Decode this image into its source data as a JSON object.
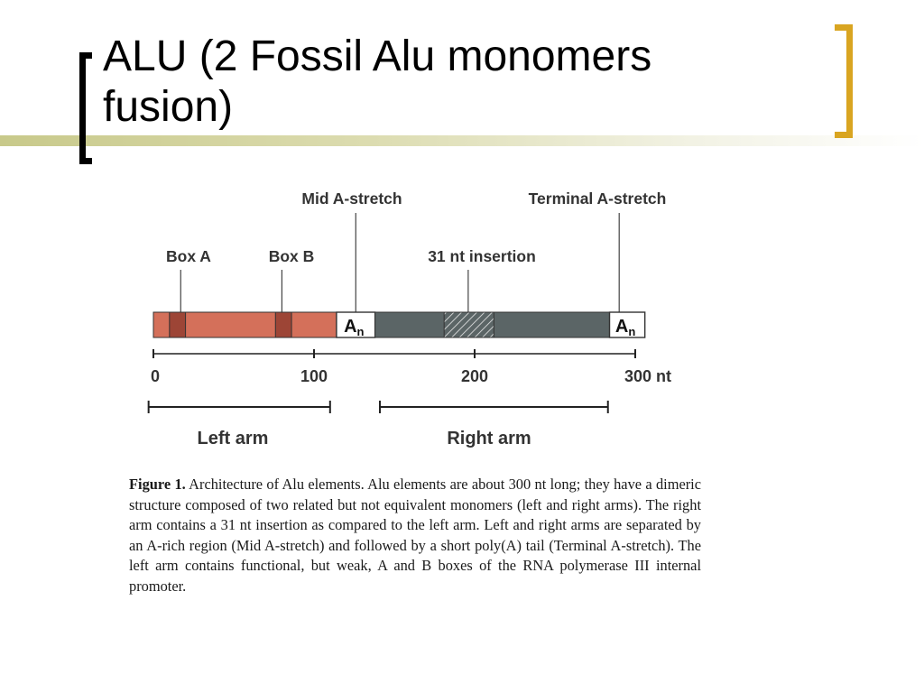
{
  "title": {
    "line1": "ALU (2 Fossil Alu monomers",
    "line2": "fusion)"
  },
  "colors": {
    "left_arm_fill": "#d4705a",
    "box_fill": "#9d4536",
    "right_arm_fill": "#5b6566",
    "bracket_left": "#000000",
    "bracket_right": "#d9a521",
    "title_bar": "#c8c98a"
  },
  "diagram": {
    "total_length_nt": 300,
    "labels": {
      "box_a": "Box A",
      "box_b": "Box B",
      "mid_a_stretch": "Mid A-stretch",
      "terminal_a_stretch": "Terminal A-stretch",
      "insertion": "31 nt insertion",
      "left_arm": "Left arm",
      "right_arm": "Right arm",
      "poly_a_base": "A",
      "poly_a_sub": "n"
    },
    "segments": [
      {
        "name": "left-arm",
        "start": 0,
        "end": 114
      },
      {
        "name": "box-a",
        "start": 10,
        "end": 20
      },
      {
        "name": "box-b",
        "start": 76,
        "end": 86
      },
      {
        "name": "mid-a-stretch",
        "start": 114,
        "end": 138
      },
      {
        "name": "right-arm",
        "start": 138,
        "end": 284
      },
      {
        "name": "insertion",
        "start": 181,
        "end": 212
      },
      {
        "name": "terminal-a-stretch",
        "start": 284,
        "end": 306
      }
    ],
    "pointer_positions_nt": {
      "box_a": 17,
      "box_b": 80,
      "mid_a_stretch": 126,
      "insertion": 196,
      "terminal_a_stretch": 290
    },
    "arm_ranges_nt": {
      "left": [
        -3,
        110
      ],
      "right": [
        141,
        283
      ]
    },
    "scale": {
      "ticks": [
        0,
        100,
        200,
        300
      ],
      "tick_labels": [
        "0",
        "100",
        "200",
        "300 nt"
      ]
    }
  },
  "caption": {
    "label": "Figure 1.",
    "text": "Architecture of Alu elements. Alu elements are about 300 nt long; they have a dimeric structure composed of two related but not equivalent monomers (left and right arms). The right arm contains a 31 nt insertion as compared to the left arm. Left and right arms are separated by an A-rich region (Mid A-stretch) and followed by a short poly(A) tail (Terminal A-stretch). The left arm contains functional, but weak, A and B boxes of the RNA polymerase III internal promoter."
  }
}
